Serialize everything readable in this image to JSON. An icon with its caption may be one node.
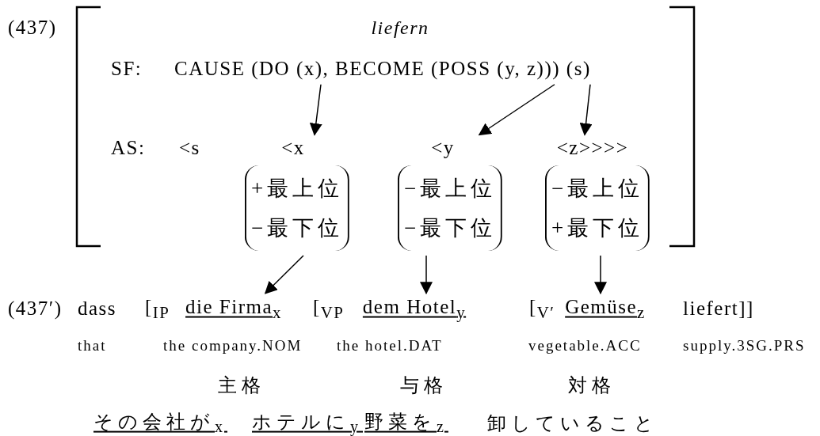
{
  "diagram": {
    "nodes": [
      {
        "text": [
          "CAUSE (DO (x), BECOME (POSS (y, z))) (s)"
        ]
      },
      {
        "text": [
          "<x"
        ]
      },
      {
        "text": [
          "<y"
        ]
      },
      {
        "text": [
          "<z>>>>"
        ]
      },
      {
        "text": [
          "+最上位",
          "−最下位"
        ]
      },
      {
        "text": [
          "−最上位",
          "−最下位"
        ]
      },
      {
        "text": [
          "−最上位",
          "+最下位"
        ]
      },
      {
        "text": [
          "die Firma$_{x}$"
        ]
      },
      {
        "text": [
          "dem Hotel$_{y}$"
        ]
      },
      {
        "text": [
          "Gemüse$_{z}$"
        ]
      }
    ],
    "edges": [
      {
        "from": 0,
        "to": 1,
        "arrow": "to"
      },
      {
        "from": 0,
        "to": 2,
        "arrow": "to"
      },
      {
        "from": 0,
        "to": 3,
        "arrow": "to"
      },
      {
        "from": 4,
        "to": 7,
        "arrow": "to"
      },
      {
        "from": 5,
        "to": 8,
        "arrow": "to"
      },
      {
        "from": 6,
        "to": 9,
        "arrow": "to"
      }
    ],
    "labels": [
      "(437)",
      "liefern",
      "SF:",
      "AS:",
      "<s",
      "(437′)",
      "dass",
      "[$_{IP}$",
      "[$_{VP}$",
      "[$_{V′}$",
      "liefert]]",
      "that",
      "the company.NOM",
      "the hotel.DAT",
      "vegetable.ACC",
      "supply.3SG.PRS",
      "主格",
      "与格",
      "対格",
      "その会社が$_{x}$",
      "ホテルに$_{y}$",
      "野菜を$_{z}$",
      "卸していること"
    ]
  }
}
